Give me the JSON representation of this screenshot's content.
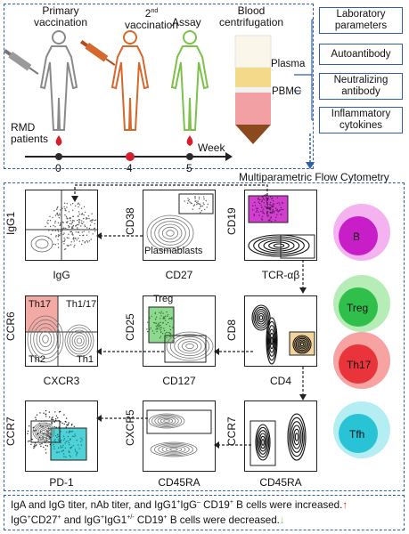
{
  "timeline": {
    "primary_vaccination": "Primary\nvaccination",
    "second_vaccination_sup": "nd",
    "second_vaccination_num": "2",
    "second_vaccination_word": "vaccination",
    "assay": "Assay",
    "blood_centrifugation": "Blood\ncentrifugation",
    "patients": "RMD\npatients",
    "week_label": "Week",
    "weeks": [
      "0",
      "4",
      "5"
    ],
    "plasma": "Plasma",
    "pbmc": "PBMC"
  },
  "parameters": [
    "Laboratory parameters",
    "Autoantibody",
    "Neutralizing antibody",
    "Inflammatory cytokines"
  ],
  "flow_title": "Multiparametric Flow Cytometry",
  "plots": {
    "p1": {
      "y": "IgG1",
      "x": "IgG"
    },
    "p2": {
      "y": "CD38",
      "x": "CD27",
      "gate": "Plasmablasts"
    },
    "p3": {
      "y": "CD19",
      "x": "TCR-αβ"
    },
    "p4": {
      "y": "CCR6",
      "x": "CXCR3",
      "q1": "Th17",
      "q2": "Th1/17",
      "q3": "Th2",
      "q4": "Th1"
    },
    "p5": {
      "y": "CD25",
      "x": "CD127",
      "gate": "Treg"
    },
    "p6": {
      "y": "CD8",
      "x": "CD4"
    },
    "p7": {
      "y": "CCR7",
      "x": "PD-1"
    },
    "p8": {
      "y": "CXCR5",
      "x": "CD45RA"
    },
    "p9": {
      "y": "CCR7",
      "x": "CD45RA"
    }
  },
  "cells": [
    "B",
    "Treg",
    "Th17",
    "Tfh"
  ],
  "colors": {
    "frame_blue": "#2e5fa8",
    "b_cell": "#c81ec8",
    "treg": "#2fbf4a",
    "th17": "#e8343a",
    "tfh": "#29c3d6",
    "increase_arrow": "#e0231b",
    "decrease_arrow": "#7bd35f"
  },
  "footer": {
    "line1_a": "IgA and IgG titer, nAb titer, and IgG1",
    "line1_sup1": "+",
    "line1_b": "IgG",
    "line1_sup2": "–",
    "line1_c": " CD19",
    "line1_sup3": "+",
    "line1_d": " B cells were increased.",
    "line1_arrow": "↑",
    "line2_a": "IgG",
    "line2_sup1": "+",
    "line2_b": "CD27",
    "line2_sup2": "+",
    "line2_c": " and IgG",
    "line2_sup3": "+",
    "line2_d": "IgG1",
    "line2_sup4": "+/-",
    "line2_e": " CD19",
    "line2_sup5": "+",
    "line2_f": " B cells were decreased.",
    "line2_arrow": "↓"
  }
}
